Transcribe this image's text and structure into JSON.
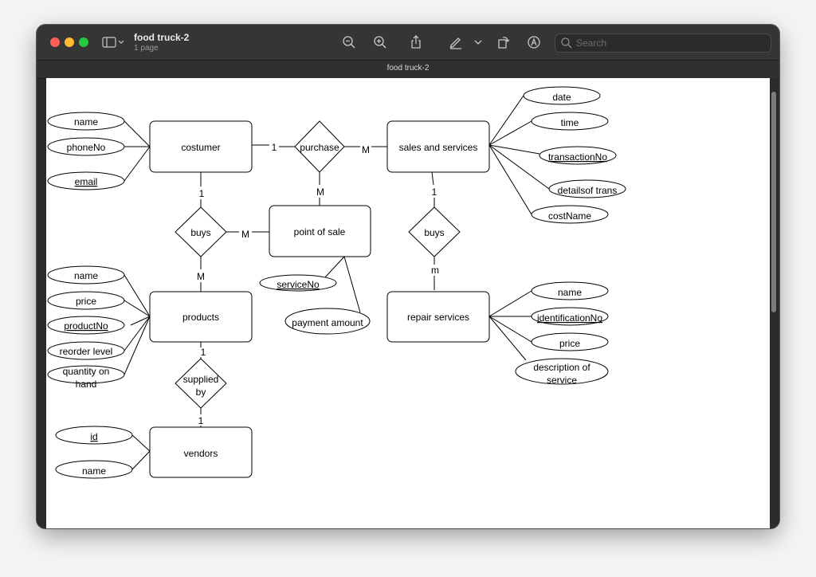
{
  "window": {
    "title": "food truck-2",
    "subtitle": "1 page",
    "document_title": "food truck-2",
    "search_placeholder": "Search"
  },
  "toolbar_icons": [
    "sidebar-icon",
    "chevron-down-icon",
    "zoom-out-icon",
    "zoom-in-icon",
    "share-icon",
    "markup-pen-icon",
    "chevron-down-icon",
    "rotate-icon",
    "annotate-icon",
    "search-icon"
  ],
  "diagram": {
    "entities": {
      "costumer": "costumer",
      "sales": "sales and services",
      "pos": "point of sale",
      "products": "products",
      "repair": "repair services",
      "vendors": "vendors"
    },
    "relationships": {
      "purchase": "purchase",
      "buys_left": "buys",
      "buys_right": "buys",
      "supplied_1": "supplied",
      "supplied_2": "by"
    },
    "attributes": {
      "cust_name": "name",
      "cust_phone": "phoneNo",
      "cust_email": "email",
      "sale_date": "date",
      "sale_time": "time",
      "sale_trans": "transactionNo",
      "sale_details": "detailsof trans",
      "sale_cost": "costName",
      "pos_service": "serviceNo",
      "pos_payment": "payment amount",
      "prod_name": "name",
      "prod_price": "price",
      "prod_no": "productNo",
      "prod_reorder": "reorder level",
      "prod_qty_1": "quantity on",
      "prod_qty_2": "hand",
      "rep_name": "name",
      "rep_id": "identificationNo",
      "rep_price": "price",
      "rep_desc_1": "description of",
      "rep_desc_2": "service",
      "ven_id": "id",
      "ven_name": "name"
    },
    "cardinalities": {
      "cust_purchase": "1",
      "purchase_sales": "M",
      "purchase_pos": "M",
      "cust_buys": "1",
      "buys_pos": "M",
      "buys_products": "M",
      "sales_buys": "1",
      "buys_repair": "m",
      "products_supplied": "1",
      "supplied_vendors": "1"
    }
  }
}
